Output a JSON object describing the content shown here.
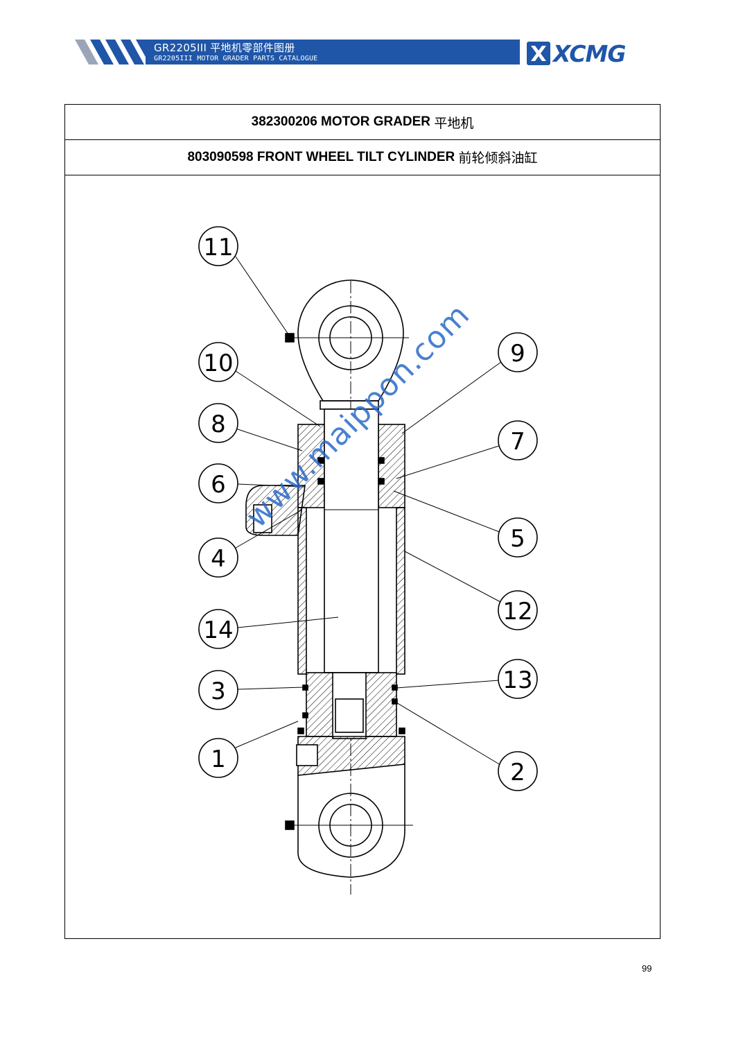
{
  "header": {
    "title_cn": "GR2205III 平地机零部件图册",
    "title_en": "GR2205III MOTOR GRADER PARTS CATALOGUE",
    "logo_text": "XCMG",
    "brand_color": "#1f56a8"
  },
  "table": {
    "machine": {
      "code": "382300206",
      "name_en": "MOTOR GRADER",
      "name_cn": "平地机"
    },
    "assembly": {
      "code": "803090598",
      "name_en": "FRONT WHEEL TILT CYLINDER",
      "name_cn": "前轮倾斜油缸"
    }
  },
  "drawing": {
    "balloons": [
      "11",
      "10",
      "9",
      "8",
      "7",
      "6",
      "5",
      "4",
      "12",
      "14",
      "3",
      "13",
      "1",
      "2"
    ]
  },
  "watermark": "www.maippon.com",
  "page_number": "99"
}
